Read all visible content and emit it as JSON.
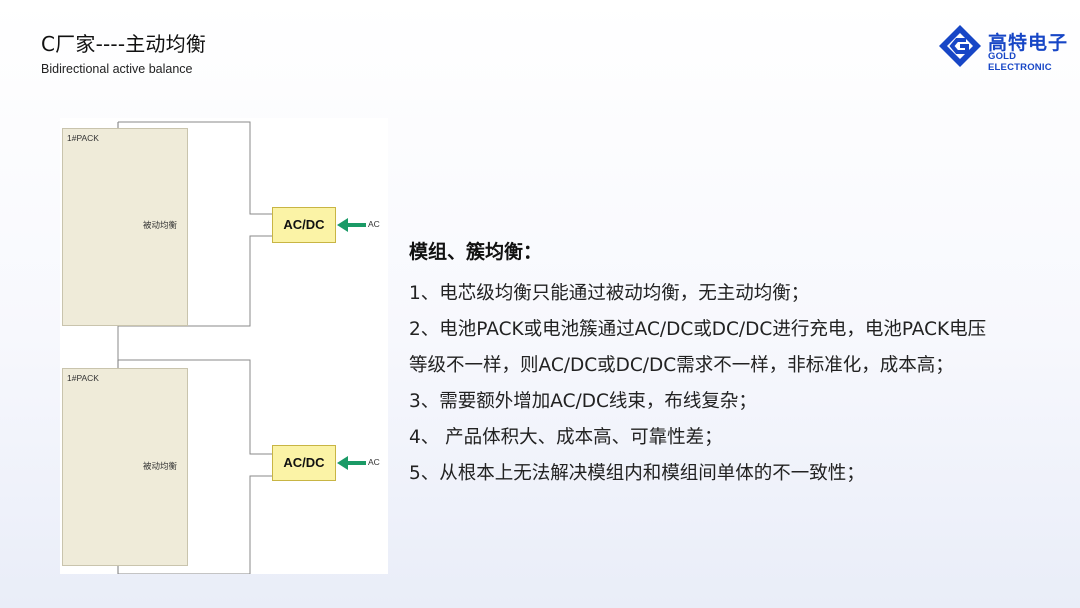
{
  "header": {
    "title": "C厂家----主动均衡",
    "subtitle": "Bidirectional active balance"
  },
  "logo": {
    "cn": "高特电子",
    "en": "GOLD ELECTRONIC",
    "color": "#1746c6"
  },
  "diagram": {
    "packs": [
      {
        "label": "1#PACK",
        "balance_label": "被动均衡",
        "converter_label": "AC/DC",
        "input_label": "AC"
      },
      {
        "label": "1#PACK",
        "balance_label": "被动均衡",
        "converter_label": "AC/DC",
        "input_label": "AC"
      }
    ],
    "arrow_color": "#1a9a66"
  },
  "content": {
    "heading": "模组、簇均衡：",
    "items": [
      "1、电芯级均衡只能通过被动均衡，无主动均衡；",
      "2、电池PACK或电池簇通过AC/DC或DC/DC进行充电，电池PACK电压",
      "等级不一样，则AC/DC或DC/DC需求不一样，非标准化，成本高；",
      "3、需要额外增加AC/DC线束，布线复杂；",
      "4、 产品体积大、成本高、可靠性差；",
      "5、从根本上无法解决模组内和模组间单体的不一致性；"
    ]
  }
}
